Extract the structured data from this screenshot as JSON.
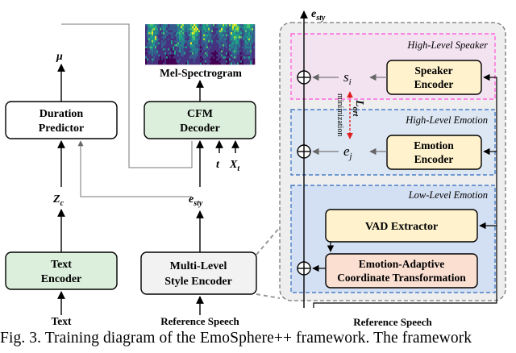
{
  "blocks": {
    "duration_predictor": [
      "Duration",
      "Predictor"
    ],
    "cfm_decoder": [
      "CFM",
      "Decoder"
    ],
    "text_encoder": [
      "Text",
      "Encoder"
    ],
    "style_encoder": [
      "Multi-Level",
      "Style Encoder"
    ],
    "speaker_encoder": [
      "Speaker",
      "Encoder"
    ],
    "emotion_encoder": [
      "Emotion",
      "Encoder"
    ],
    "vad_extractor": "VAD Extractor",
    "eact": [
      "Emotion-Adaptive",
      "Coordinate Transformation"
    ]
  },
  "inputs": {
    "text": "Text",
    "reference_speech_left": "Reference Speech",
    "reference_speech_right": "Reference Speech"
  },
  "symbols": {
    "mu": "μ",
    "z_c": "Z",
    "z_c_sub": "c",
    "e_sty": "e",
    "e_sty_sub": "sty",
    "t": "t",
    "x_t": "X",
    "x_t_sub": "t",
    "s_i": "s",
    "s_i_sub": "i",
    "e_j": "e",
    "e_j_sub": "j",
    "l_ort": "L",
    "l_ort_sub": "ort",
    "minimization": "minimization"
  },
  "mel_label": "Mel-Spectrogram",
  "levels": {
    "high_speaker": "High-Level Speaker",
    "high_emotion": "High-Level Emotion",
    "low_emotion": "Low-Level Emotion"
  },
  "caption": "Fig. 3.  Training diagram of the EmoSphere++ framework. The framework",
  "colors": {
    "green_fill": "#dcefdc",
    "white_fill": "#ffffff",
    "gray_fill": "#f2f2f2",
    "yellow_fill": "#fff2cc",
    "salmon_fill": "#fbe0d2",
    "speaker_panel": "#f3e3f1",
    "speaker_border": "#ff66dd",
    "emotion_panel": "#dde7f3",
    "low_panel": "#d3dff2",
    "blue_border": "#4a7fc8",
    "red_arrow": "#e02020",
    "outer_panel": "#eeeeee"
  }
}
